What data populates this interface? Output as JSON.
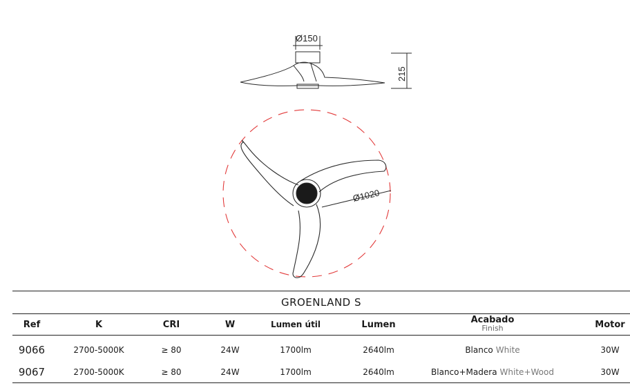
{
  "drawing": {
    "dim_top": "Ø150",
    "dim_height": "215",
    "dim_diameter": "Ø1020"
  },
  "spec": {
    "title": "GROENLAND  S",
    "headers": {
      "ref": "Ref",
      "k": "K",
      "cri": "CRI",
      "w": "W",
      "lumen_util": "Lumen útil",
      "lumen": "Lumen",
      "finish": "Acabado",
      "finish_sub": "Finish",
      "motor": "Motor"
    },
    "rows": [
      {
        "ref": "9066",
        "k": "2700-5000K",
        "cri": "≥ 80",
        "w": "24W",
        "lumen_util": "1700lm",
        "lumen": "2640lm",
        "finish_es": "Blanco",
        "finish_en": "White",
        "motor": "30W"
      },
      {
        "ref": "9067",
        "k": "2700-5000K",
        "cri": "≥ 80",
        "w": "24W",
        "lumen_util": "1700lm",
        "lumen": "2640lm",
        "finish_es": "Blanco+Madera",
        "finish_en": "White+Wood",
        "motor": "30W"
      }
    ]
  },
  "colors": {
    "dash_circle": "#e23a3a",
    "line": "#2a2a2a"
  }
}
